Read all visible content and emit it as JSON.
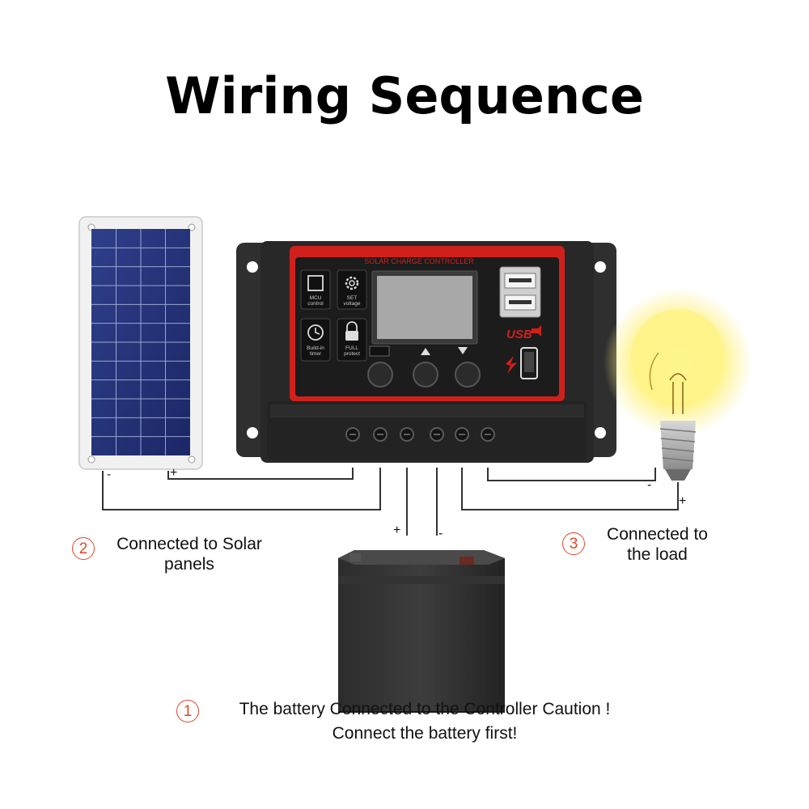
{
  "title": "Wiring Sequence",
  "controller": {
    "header": "SOLAR CHARGE CONTROLLER",
    "icons": [
      {
        "icon": "chip-icon",
        "line1": "MCU",
        "line2": "control"
      },
      {
        "icon": "gear-icon",
        "line1": "SET",
        "line2": "voltage"
      },
      {
        "icon": "clock-icon",
        "line1": "Build-in",
        "line2": "timer"
      },
      {
        "icon": "lock-icon",
        "line1": "FULL",
        "line2": "protect"
      }
    ],
    "usb_label": "USB"
  },
  "polarity": {
    "solar_minus": "-",
    "solar_plus": "+",
    "battery_plus": "+",
    "battery_minus": "-",
    "load_minus": "-",
    "load_plus": "+"
  },
  "steps": {
    "solar": {
      "number": "2",
      "line1": "Connected to Solar",
      "line2": "panels"
    },
    "load": {
      "number": "3",
      "line1": "Connected to",
      "line2": "the load"
    },
    "battery": {
      "number": "1",
      "line1": "The battery Connected to the Controller Caution !",
      "line2": "Connect the battery first!"
    }
  },
  "colors": {
    "accent": "#e2472a",
    "controller_red": "#d0201c",
    "controller_body": "#2a2a2a"
  }
}
